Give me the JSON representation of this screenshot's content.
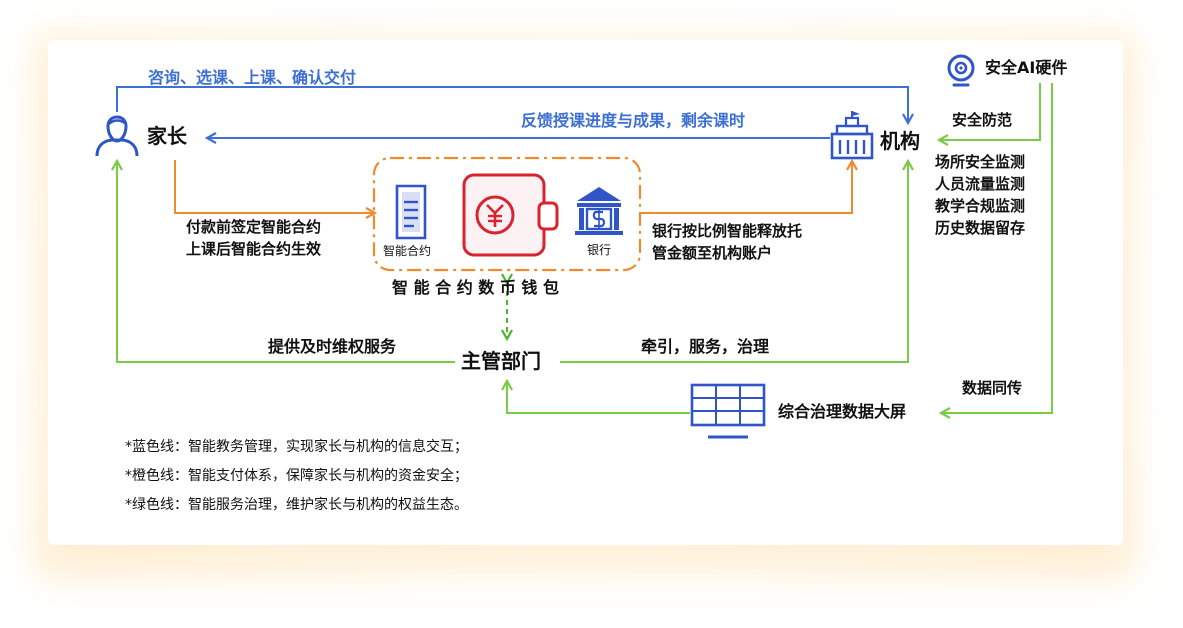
{
  "colors": {
    "blue": "#3d6fd4",
    "orange": "#f08a2e",
    "green": "#7acb45",
    "red": "#d9232e",
    "icon_blue": "#2f55c9",
    "text": "#111111"
  },
  "nodes": {
    "parent": "家长",
    "institution": "机构",
    "authority": "主管部门",
    "ai_hardware": "安全AI硬件",
    "big_screen": "综合治理数据大屏",
    "smart_contract": "智能合约",
    "bank": "银行",
    "wallet_title": "智 能 合 约 数 币 钱 包"
  },
  "flows": {
    "blue_top": "咨询、选课、上课、确认交付",
    "blue_feedback": "反馈授课进度与成果，剩余课时",
    "orange_pay": [
      "付款前签定智能合约",
      "上课后智能合约生效"
    ],
    "orange_bank": [
      "银行按比例智能释放托",
      "管金额至机构账户"
    ],
    "green_protect": "提供及时维权服务",
    "green_guide": "牵引，服务，治理",
    "green_security": "安全防范",
    "green_monitor": [
      "场所安全监测",
      "人员流量监测",
      "教学合规监测",
      "历史数据留存"
    ],
    "green_sync": "数据同传"
  },
  "icons": {
    "parent": "person-icon",
    "institution": "building-icon",
    "ai_hardware": "camera-icon",
    "big_screen": "monitor-icon",
    "smart_contract": "document-icon",
    "wallet": "digital-yuan-wallet-icon",
    "bank": "bank-icon"
  },
  "legend": [
    "*蓝色线：智能教务管理，实现家长与机构的信息交互；",
    "*橙色线：智能支付体系，保障家长与机构的资金安全；",
    "*绿色线：智能服务治理，维护家长与机构的权益生态。"
  ]
}
